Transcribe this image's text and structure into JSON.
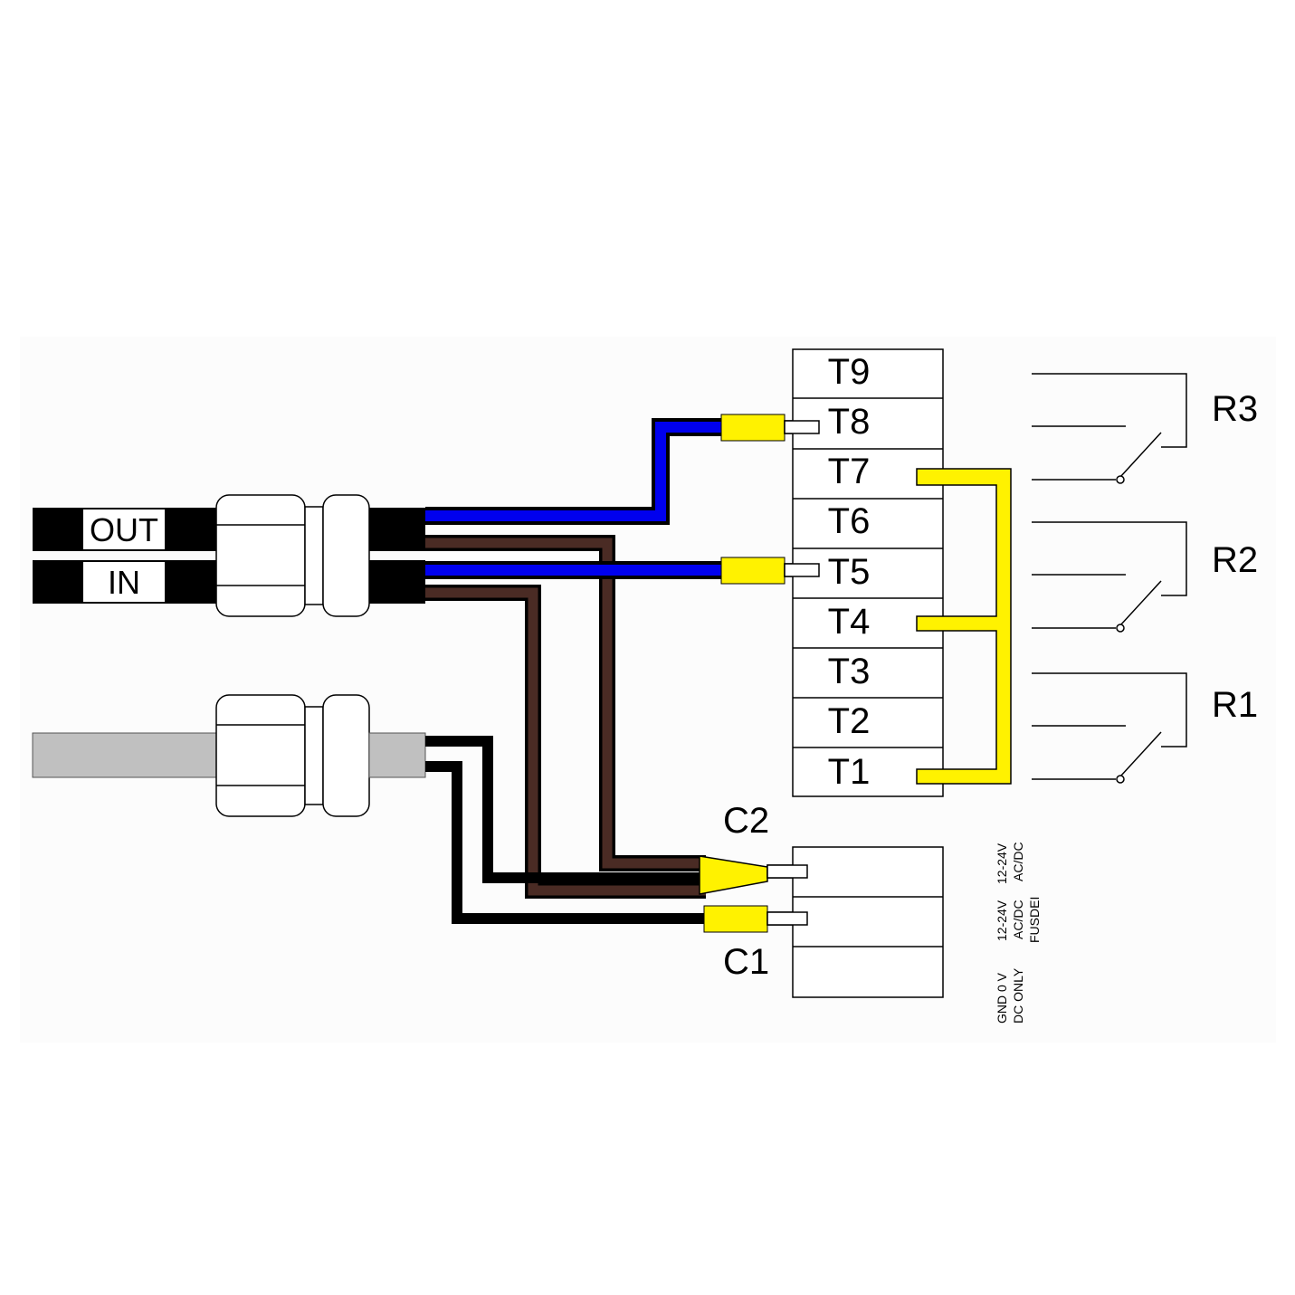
{
  "colors": {
    "background": "#fcfcfc",
    "wire_blue": "#0000ee",
    "wire_brown": "#4a2b24",
    "wire_black": "#000000",
    "jumper_yellow": "#fff200",
    "sheath_grey": "#c0c0c0"
  },
  "cables": {
    "out_tag": "OUT",
    "in_tag": "IN"
  },
  "terminals": [
    "T9",
    "T8",
    "T7",
    "T6",
    "T5",
    "T4",
    "T3",
    "T2",
    "T1"
  ],
  "connectors": {
    "c2": "C2",
    "c1": "C1"
  },
  "relays": [
    "R3",
    "R2",
    "R1"
  ],
  "power_notes": {
    "col1_line1": "12-24V",
    "col1_line2": "AC/DC",
    "col2_line1": "12-24V",
    "col2_line2": "AC/DC",
    "col2_line3": "FUSDEI",
    "col3_line1": "GND  0  V",
    "col3_line2": "DC ONLY"
  }
}
